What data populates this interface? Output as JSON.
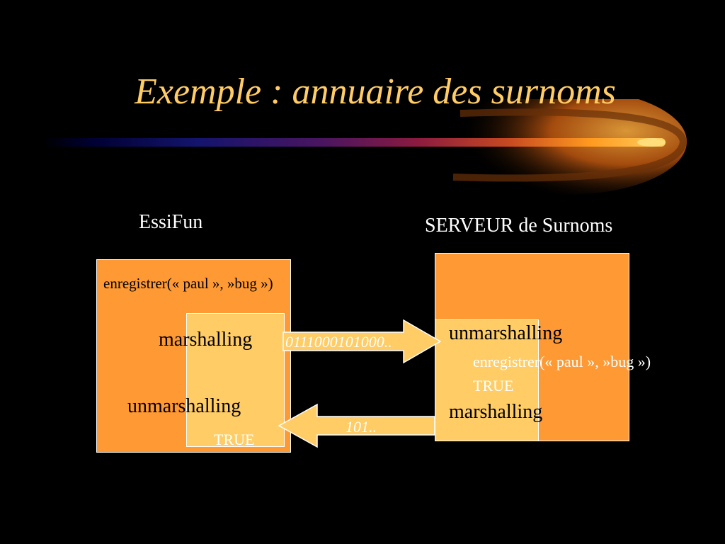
{
  "title": "Exemple : annuaire des surnoms",
  "client": {
    "name": "EssiFun",
    "call_text": "enregistrer(« paul », »bug »)",
    "marshalling": "marshalling",
    "unmarshalling": "unmarshalling",
    "result": "TRUE"
  },
  "server": {
    "name": "SERVEUR de Surnoms",
    "unmarshalling": "unmarshalling",
    "call_text": "enregistrer(« paul », »bug »)",
    "result": "TRUE",
    "marshalling": "marshalling"
  },
  "messages": {
    "request_bits": "0111000101000..",
    "response_bits": "101.."
  },
  "colors": {
    "background": "#000000",
    "title": "#FFCC66",
    "box_dark": "#FF9933",
    "box_light": "#FFCC66",
    "label": "#FFFFFF"
  }
}
